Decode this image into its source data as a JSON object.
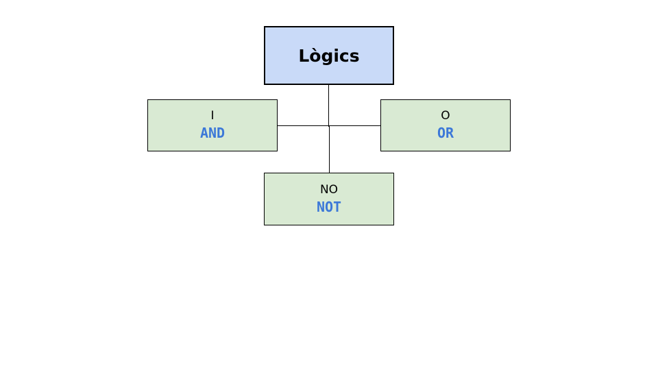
{
  "diagram": {
    "root": {
      "title": "Lògics"
    },
    "children": [
      {
        "label": "I",
        "code": "AND"
      },
      {
        "label": "O",
        "code": "OR"
      },
      {
        "label": "NO",
        "code": "NOT"
      }
    ]
  },
  "colors": {
    "root_fill": "#c9daf8",
    "child_fill": "#d9ead3",
    "code_text": "#3c78d8",
    "border": "#000000"
  }
}
